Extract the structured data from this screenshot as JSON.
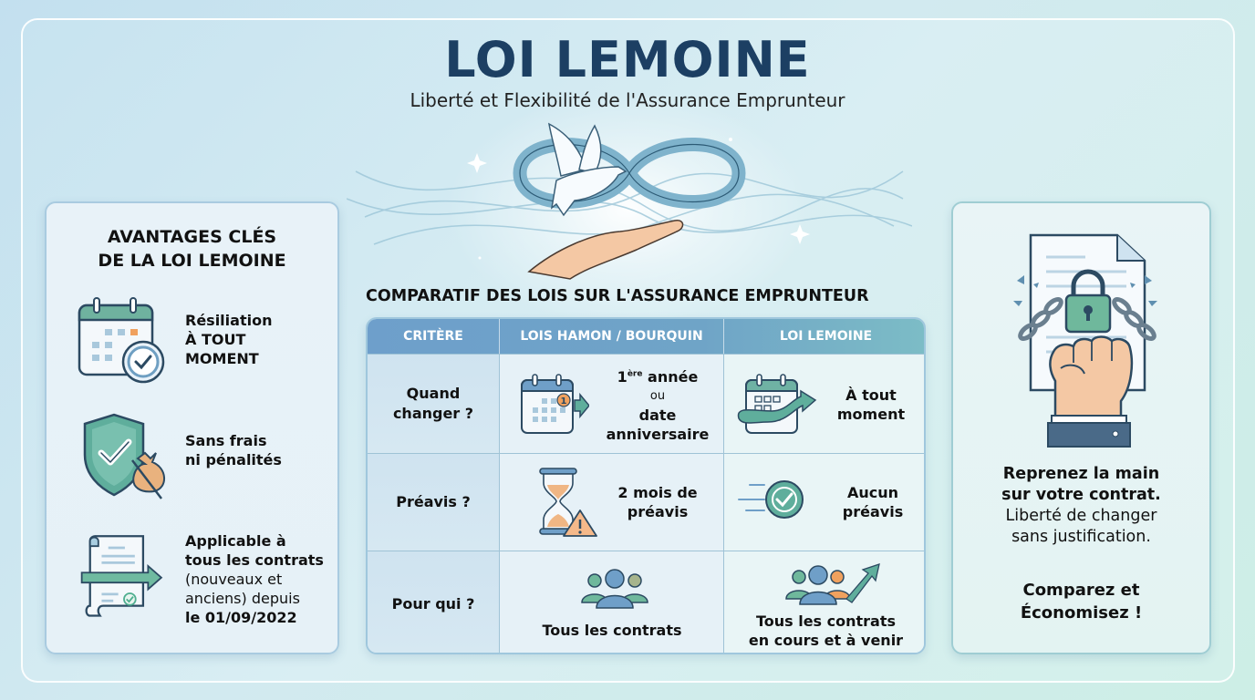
{
  "header": {
    "title": "LOI LEMOINE",
    "subtitle": "Liberté et Flexibilité de l'Assurance Emprunteur"
  },
  "hero": {
    "icons": [
      "dove-icon",
      "infinity-icon",
      "open-hand-icon",
      "sparkle-icon"
    ]
  },
  "advantages": {
    "title_line1": "AVANTAGES CLÉS",
    "title_line2": "DE LA LOI LEMOINE",
    "items": [
      {
        "icon": "calendar-clock-icon",
        "line1": "Résiliation",
        "line2": "À TOUT",
        "line3": "MOMENT"
      },
      {
        "icon": "shield-check-money-icon",
        "line1": "Sans frais",
        "line2": "ni pénalités"
      },
      {
        "icon": "contract-arrow-icon",
        "bold1": "Applicable à",
        "bold2": "tous les contrats",
        "normal1": "(nouveaux et",
        "normal2": "anciens) depuis",
        "bold3": "le 01/09/2022"
      }
    ]
  },
  "comparison": {
    "title": "COMPARATIF DES LOIS SUR L'ASSURANCE EMPRUNTEUR",
    "columns": [
      "CRITÈRE",
      "LOIS HAMON / BOURQUIN",
      "LOI LEMOINE"
    ],
    "rows": [
      {
        "criterion_line1": "Quand",
        "criterion_line2": "changer ?",
        "hamon": {
          "icon": "calendar-first-year-icon",
          "line1_num": "1",
          "line1_sup": "ère",
          "line1_rest": " année",
          "line2": "ou",
          "line3": "date",
          "line4": "anniversaire"
        },
        "lemoine": {
          "icon": "calendar-anytime-arrow-icon",
          "line1": "À tout",
          "line2": "moment"
        }
      },
      {
        "criterion_line1": "Préavis ?",
        "hamon": {
          "icon": "hourglass-warning-icon",
          "line1": "2 mois de",
          "line2": "préavis"
        },
        "lemoine": {
          "icon": "fast-check-icon",
          "line1": "Aucun",
          "line2": "préavis"
        }
      },
      {
        "criterion_line1": "Pour qui ?",
        "hamon": {
          "icon": "group-icon",
          "line1": "Tous les contrats"
        },
        "lemoine": {
          "icon": "group-growth-icon",
          "line1": "Tous les contrats",
          "line2": "en cours et à venir"
        }
      }
    ]
  },
  "cta_panel": {
    "icon": "fist-breaking-chains-contract-icon",
    "bold_line1": "Reprenez la main",
    "bold_line2": "sur votre contrat.",
    "line3": "Liberté de changer",
    "line4": "sans justification.",
    "cta_line1": "Comparez et",
    "cta_line2": "Économisez !"
  },
  "colors": {
    "title": "#1c3f63",
    "header_blue": "#6e9fcb",
    "header_teal": "#7cbcc6",
    "accent_green": "#4fae8f",
    "accent_orange": "#f0a15e"
  }
}
